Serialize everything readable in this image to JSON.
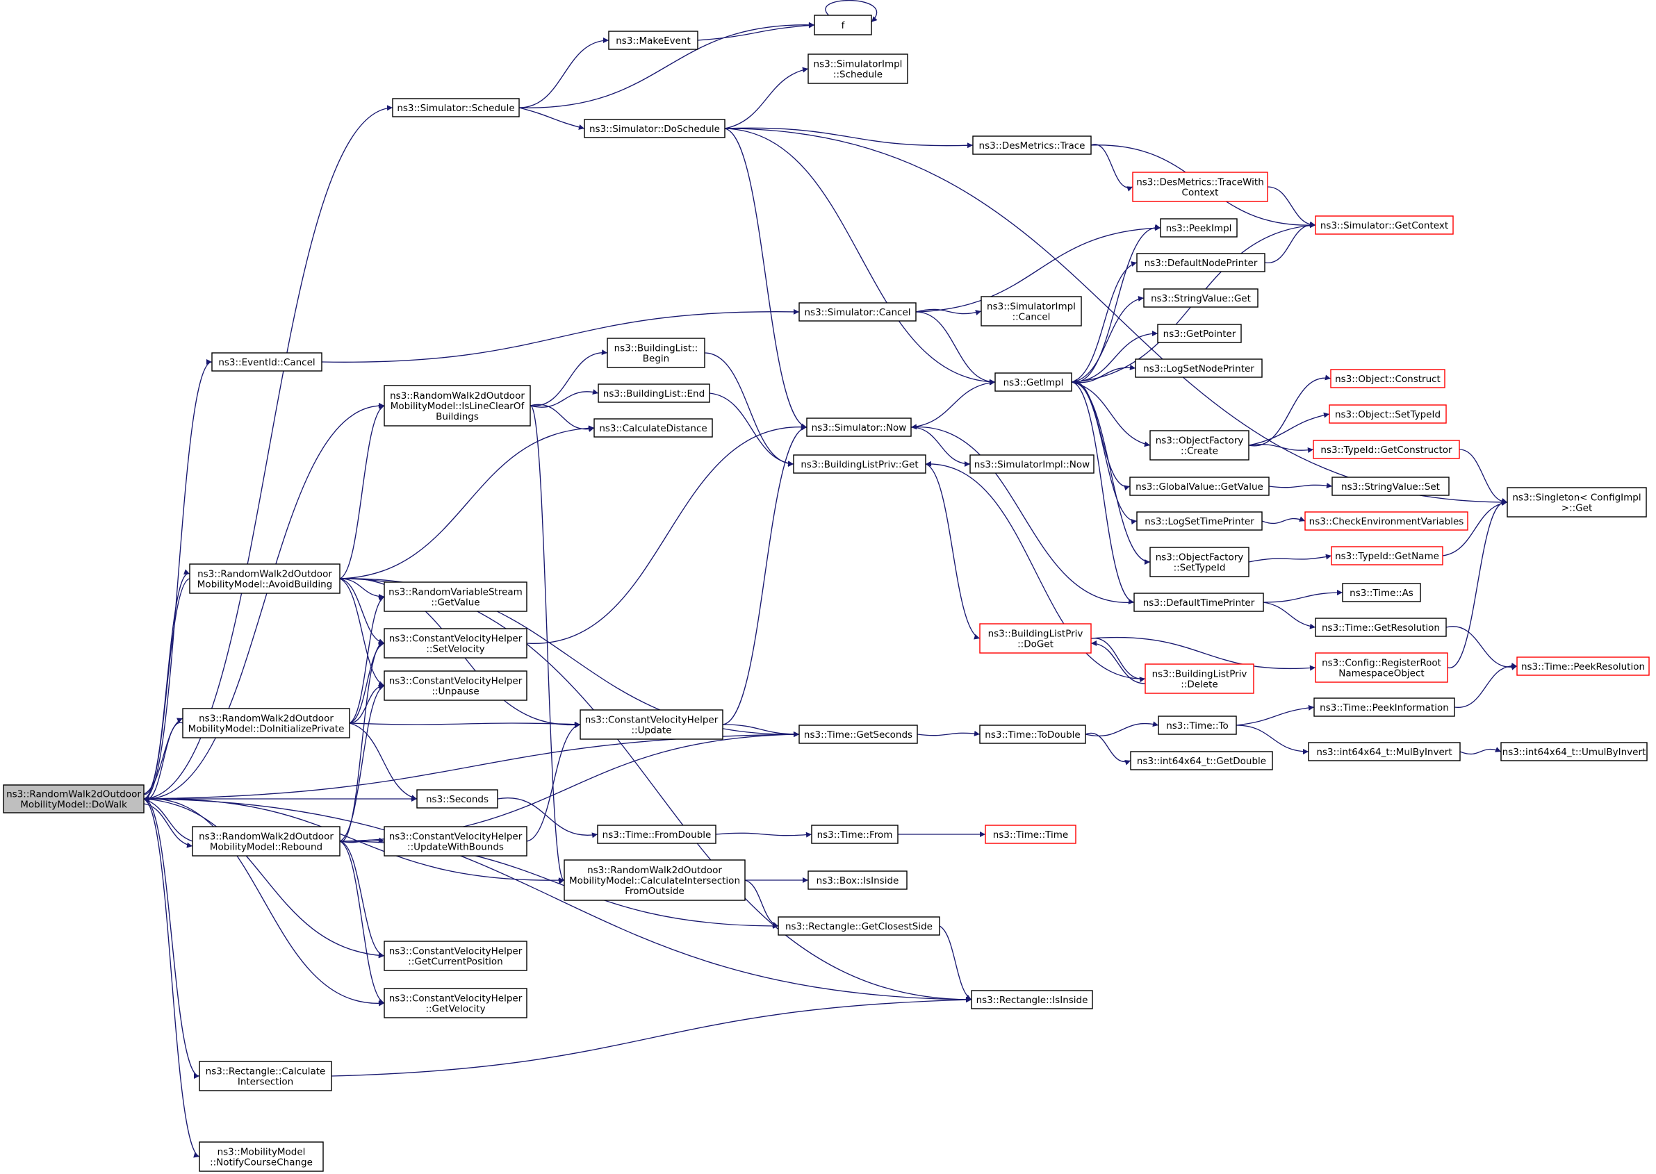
{
  "graph": {
    "type": "call-graph",
    "colors": {
      "edge": "#191970",
      "node_border": "#000000",
      "node_border_undocumented": "#ff0000",
      "root_fill": "#bfbfbf",
      "node_fill": "#ffffff"
    },
    "nodes": [
      {
        "id": "dowalk",
        "lines": [
          "ns3::RandomWalk2dOutdoor",
          "MobilityModel::DoWalk"
        ],
        "style": "root"
      },
      {
        "id": "f",
        "lines": [
          "f"
        ],
        "style": "normal"
      },
      {
        "id": "makeevent",
        "lines": [
          "ns3::MakeEvent"
        ],
        "style": "normal"
      },
      {
        "id": "sim_schedule",
        "lines": [
          "ns3::Simulator::Schedule"
        ],
        "style": "normal"
      },
      {
        "id": "simimpl_schedule",
        "lines": [
          "ns3::SimulatorImpl",
          "::Schedule"
        ],
        "style": "normal"
      },
      {
        "id": "sim_doschedule",
        "lines": [
          "ns3::Simulator::DoSchedule"
        ],
        "style": "normal"
      },
      {
        "id": "desmetrics_trace",
        "lines": [
          "ns3::DesMetrics::Trace"
        ],
        "style": "normal"
      },
      {
        "id": "desmetrics_tracewith",
        "lines": [
          "ns3::DesMetrics::TraceWith",
          "Context"
        ],
        "style": "red"
      },
      {
        "id": "sim_getcontext",
        "lines": [
          "ns3::Simulator::GetContext"
        ],
        "style": "red"
      },
      {
        "id": "peekimpl",
        "lines": [
          "ns3::PeekImpl"
        ],
        "style": "normal"
      },
      {
        "id": "defaultnodeprinter",
        "lines": [
          "ns3::DefaultNodePrinter"
        ],
        "style": "normal"
      },
      {
        "id": "stringvalue_get",
        "lines": [
          "ns3::StringValue::Get"
        ],
        "style": "normal"
      },
      {
        "id": "getpointer",
        "lines": [
          "ns3::GetPointer"
        ],
        "style": "normal"
      },
      {
        "id": "logsetnodeprinter",
        "lines": [
          "ns3::LogSetNodePrinter"
        ],
        "style": "normal"
      },
      {
        "id": "sim_cancel",
        "lines": [
          "ns3::Simulator::Cancel"
        ],
        "style": "normal"
      },
      {
        "id": "simimpl_cancel",
        "lines": [
          "ns3::SimulatorImpl",
          "::Cancel"
        ],
        "style": "normal"
      },
      {
        "id": "eventid_cancel",
        "lines": [
          "ns3::EventId::Cancel"
        ],
        "style": "normal"
      },
      {
        "id": "getimpl",
        "lines": [
          "ns3::GetImpl"
        ],
        "style": "normal"
      },
      {
        "id": "object_construct",
        "lines": [
          "ns3::Object::Construct"
        ],
        "style": "red"
      },
      {
        "id": "object_settypeid",
        "lines": [
          "ns3::Object::SetTypeId"
        ],
        "style": "red"
      },
      {
        "id": "objectfactory_create",
        "lines": [
          "ns3::ObjectFactory",
          "::Create"
        ],
        "style": "normal"
      },
      {
        "id": "typeid_getconstructor",
        "lines": [
          "ns3::TypeId::GetConstructor"
        ],
        "style": "red"
      },
      {
        "id": "buildinglist_begin",
        "lines": [
          "ns3::BuildingList::",
          "Begin"
        ],
        "style": "normal"
      },
      {
        "id": "islineclear",
        "lines": [
          "ns3::RandomWalk2dOutdoor",
          "MobilityModel::IsLineClearOf",
          "Buildings"
        ],
        "style": "normal"
      },
      {
        "id": "buildinglist_end",
        "lines": [
          "ns3::BuildingList::End"
        ],
        "style": "normal"
      },
      {
        "id": "calculatedistance",
        "lines": [
          "ns3::CalculateDistance"
        ],
        "style": "normal"
      },
      {
        "id": "sim_now",
        "lines": [
          "ns3::Simulator::Now"
        ],
        "style": "normal"
      },
      {
        "id": "buildinglistpriv_get",
        "lines": [
          "ns3::BuildingListPriv::Get"
        ],
        "style": "normal"
      },
      {
        "id": "simimpl_now",
        "lines": [
          "ns3::SimulatorImpl::Now"
        ],
        "style": "normal"
      },
      {
        "id": "globalvalue_getvalue",
        "lines": [
          "ns3::GlobalValue::GetValue"
        ],
        "style": "normal"
      },
      {
        "id": "stringvalue_set",
        "lines": [
          "ns3::StringValue::Set"
        ],
        "style": "normal"
      },
      {
        "id": "singleton_get",
        "lines": [
          "ns3::Singleton< ConfigImpl",
          ">::Get"
        ],
        "style": "normal"
      },
      {
        "id": "logsettimeprinter",
        "lines": [
          "ns3::LogSetTimePrinter"
        ],
        "style": "normal"
      },
      {
        "id": "checkenvvars",
        "lines": [
          "ns3::CheckEnvironmentVariables"
        ],
        "style": "red"
      },
      {
        "id": "avoidbuilding",
        "lines": [
          "ns3::RandomWalk2dOutdoor",
          "MobilityModel::AvoidBuilding"
        ],
        "style": "normal"
      },
      {
        "id": "rvs_getvalue",
        "lines": [
          "ns3::RandomVariableStream",
          "::GetValue"
        ],
        "style": "normal"
      },
      {
        "id": "objectfactory_settypeid",
        "lines": [
          "ns3::ObjectFactory",
          "::SetTypeId"
        ],
        "style": "normal"
      },
      {
        "id": "typeid_getname",
        "lines": [
          "ns3::TypeId::GetName"
        ],
        "style": "red"
      },
      {
        "id": "time_as",
        "lines": [
          "ns3::Time::As"
        ],
        "style": "normal"
      },
      {
        "id": "defaulttimeprinter",
        "lines": [
          "ns3::DefaultTimePrinter"
        ],
        "style": "normal"
      },
      {
        "id": "time_getresolution",
        "lines": [
          "ns3::Time::GetResolution"
        ],
        "style": "normal"
      },
      {
        "id": "cvh_setvelocity",
        "lines": [
          "ns3::ConstantVelocityHelper",
          "::SetVelocity"
        ],
        "style": "normal"
      },
      {
        "id": "blpriv_doget",
        "lines": [
          "ns3::BuildingListPriv",
          "::DoGet"
        ],
        "style": "red"
      },
      {
        "id": "config_registerroot",
        "lines": [
          "ns3::Config::RegisterRoot",
          "NamespaceObject"
        ],
        "style": "red"
      },
      {
        "id": "time_peekresolution",
        "lines": [
          "ns3::Time::PeekResolution"
        ],
        "style": "red"
      },
      {
        "id": "cvh_unpause",
        "lines": [
          "ns3::ConstantVelocityHelper",
          "::Unpause"
        ],
        "style": "normal"
      },
      {
        "id": "blpriv_delete",
        "lines": [
          "ns3::BuildingListPriv",
          "::Delete"
        ],
        "style": "red"
      },
      {
        "id": "time_peekinformation",
        "lines": [
          "ns3::Time::PeekInformation"
        ],
        "style": "normal"
      },
      {
        "id": "doinitializeprivate",
        "lines": [
          "ns3::RandomWalk2dOutdoor",
          "MobilityModel::DoInitializePrivate"
        ],
        "style": "normal"
      },
      {
        "id": "cvh_update",
        "lines": [
          "ns3::ConstantVelocityHelper",
          "::Update"
        ],
        "style": "normal"
      },
      {
        "id": "time_getseconds",
        "lines": [
          "ns3::Time::GetSeconds"
        ],
        "style": "normal"
      },
      {
        "id": "time_todouble",
        "lines": [
          "ns3::Time::ToDouble"
        ],
        "style": "normal"
      },
      {
        "id": "time_to",
        "lines": [
          "ns3::Time::To"
        ],
        "style": "normal"
      },
      {
        "id": "int64_mulbyinvert",
        "lines": [
          "ns3::int64x64_t::MulByInvert"
        ],
        "style": "normal"
      },
      {
        "id": "int64_umulbyinvert",
        "lines": [
          "ns3::int64x64_t::UmulByInvert"
        ],
        "style": "normal"
      },
      {
        "id": "int64_getdouble",
        "lines": [
          "ns3::int64x64_t::GetDouble"
        ],
        "style": "normal"
      },
      {
        "id": "seconds",
        "lines": [
          "ns3::Seconds"
        ],
        "style": "normal"
      },
      {
        "id": "time_fromdouble",
        "lines": [
          "ns3::Time::FromDouble"
        ],
        "style": "normal"
      },
      {
        "id": "time_from",
        "lines": [
          "ns3::Time::From"
        ],
        "style": "normal"
      },
      {
        "id": "time_time",
        "lines": [
          "ns3::Time::Time"
        ],
        "style": "red"
      },
      {
        "id": "rebound",
        "lines": [
          "ns3::RandomWalk2dOutdoor",
          "MobilityModel::Rebound"
        ],
        "style": "normal"
      },
      {
        "id": "cvh_updatewithbounds",
        "lines": [
          "ns3::ConstantVelocityHelper",
          "::UpdateWithBounds"
        ],
        "style": "normal"
      },
      {
        "id": "calcintersection_fromoutside",
        "lines": [
          "ns3::RandomWalk2dOutdoor",
          "MobilityModel::CalculateIntersection",
          "FromOutside"
        ],
        "style": "normal"
      },
      {
        "id": "box_isinside",
        "lines": [
          "ns3::Box::IsInside"
        ],
        "style": "normal"
      },
      {
        "id": "rect_getclosestside",
        "lines": [
          "ns3::Rectangle::GetClosestSide"
        ],
        "style": "normal"
      },
      {
        "id": "cvh_getcurrentposition",
        "lines": [
          "ns3::ConstantVelocityHelper",
          "::GetCurrentPosition"
        ],
        "style": "normal"
      },
      {
        "id": "rect_isinside",
        "lines": [
          "ns3::Rectangle::IsInside"
        ],
        "style": "normal"
      },
      {
        "id": "cvh_getvelocity",
        "lines": [
          "ns3::ConstantVelocityHelper",
          "::GetVelocity"
        ],
        "style": "normal"
      },
      {
        "id": "rect_calcintersection",
        "lines": [
          "ns3::Rectangle::Calculate",
          "Intersection"
        ],
        "style": "normal"
      },
      {
        "id": "mm_notifycoursechange",
        "lines": [
          "ns3::MobilityModel",
          "::NotifyCourseChange"
        ],
        "style": "normal"
      }
    ],
    "edges": [
      [
        "f",
        "f"
      ],
      [
        "makeevent",
        "f"
      ],
      [
        "sim_schedule",
        "makeevent"
      ],
      [
        "sim_schedule",
        "f"
      ],
      [
        "sim_schedule",
        "sim_doschedule"
      ],
      [
        "sim_doschedule",
        "simimpl_schedule"
      ],
      [
        "sim_doschedule",
        "desmetrics_trace"
      ],
      [
        "sim_doschedule",
        "singleton_get"
      ],
      [
        "sim_doschedule",
        "getimpl"
      ],
      [
        "sim_doschedule",
        "sim_now"
      ],
      [
        "desmetrics_trace",
        "desmetrics_tracewith"
      ],
      [
        "desmetrics_trace",
        "sim_getcontext"
      ],
      [
        "desmetrics_tracewith",
        "sim_getcontext"
      ],
      [
        "defaultnodeprinter",
        "sim_getcontext"
      ],
      [
        "sim_getcontext",
        "getimpl"
      ],
      [
        "sim_cancel",
        "simimpl_cancel"
      ],
      [
        "sim_cancel",
        "peekimpl"
      ],
      [
        "sim_cancel",
        "getimpl"
      ],
      [
        "eventid_cancel",
        "sim_cancel"
      ],
      [
        "getimpl",
        "peekimpl"
      ],
      [
        "getimpl",
        "defaultnodeprinter"
      ],
      [
        "getimpl",
        "stringvalue_get"
      ],
      [
        "getimpl",
        "getpointer"
      ],
      [
        "getimpl",
        "logsetnodeprinter"
      ],
      [
        "getimpl",
        "objectfactory_create"
      ],
      [
        "getimpl",
        "globalvalue_getvalue"
      ],
      [
        "getimpl",
        "logsettimeprinter"
      ],
      [
        "getimpl",
        "objectfactory_settypeid"
      ],
      [
        "getimpl",
        "defaulttimeprinter"
      ],
      [
        "objectfactory_create",
        "object_construct"
      ],
      [
        "objectfactory_create",
        "object_settypeid"
      ],
      [
        "objectfactory_create",
        "typeid_getconstructor"
      ],
      [
        "typeid_getconstructor",
        "singleton_get"
      ],
      [
        "globalvalue_getvalue",
        "stringvalue_set"
      ],
      [
        "logsettimeprinter",
        "checkenvvars"
      ],
      [
        "objectfactory_settypeid",
        "typeid_getname"
      ],
      [
        "typeid_getname",
        "singleton_get"
      ],
      [
        "defaulttimeprinter",
        "time_as"
      ],
      [
        "defaulttimeprinter",
        "time_getresolution"
      ],
      [
        "defaulttimeprinter",
        "sim_now"
      ],
      [
        "time_getresolution",
        "time_peekresolution"
      ],
      [
        "sim_now",
        "getimpl"
      ],
      [
        "sim_now",
        "simimpl_now"
      ],
      [
        "islineclear",
        "buildinglist_begin"
      ],
      [
        "islineclear",
        "buildinglist_end"
      ],
      [
        "islineclear",
        "calculatedistance"
      ],
      [
        "islineclear",
        "calcintersection_fromoutside"
      ],
      [
        "buildinglist_begin",
        "buildinglistpriv_get"
      ],
      [
        "buildinglist_end",
        "buildinglistpriv_get"
      ],
      [
        "buildinglistpriv_get",
        "blpriv_doget"
      ],
      [
        "blpriv_doget",
        "config_registerroot"
      ],
      [
        "blpriv_doget",
        "blpriv_delete"
      ],
      [
        "blpriv_delete",
        "blpriv_doget"
      ],
      [
        "blpriv_delete",
        "buildinglistpriv_get"
      ],
      [
        "config_registerroot",
        "singleton_get"
      ],
      [
        "avoidbuilding",
        "islineclear"
      ],
      [
        "avoidbuilding",
        "calculatedistance"
      ],
      [
        "avoidbuilding",
        "rvs_getvalue"
      ],
      [
        "avoidbuilding",
        "cvh_setvelocity"
      ],
      [
        "avoidbuilding",
        "cvh_unpause"
      ],
      [
        "avoidbuilding",
        "cvh_update"
      ],
      [
        "avoidbuilding",
        "time_getseconds"
      ],
      [
        "avoidbuilding",
        "rect_isinside"
      ],
      [
        "avoidbuilding",
        "dowalk"
      ],
      [
        "cvh_setvelocity",
        "sim_now"
      ],
      [
        "doinitializeprivate",
        "rvs_getvalue"
      ],
      [
        "doinitializeprivate",
        "cvh_setvelocity"
      ],
      [
        "doinitializeprivate",
        "cvh_unpause"
      ],
      [
        "doinitializeprivate",
        "cvh_update"
      ],
      [
        "doinitializeprivate",
        "seconds"
      ],
      [
        "doinitializeprivate",
        "dowalk"
      ],
      [
        "cvh_update",
        "sim_now"
      ],
      [
        "cvh_update",
        "time_getseconds"
      ],
      [
        "time_getseconds",
        "time_todouble"
      ],
      [
        "time_todouble",
        "time_to"
      ],
      [
        "time_todouble",
        "int64_getdouble"
      ],
      [
        "time_to",
        "time_peekinformation"
      ],
      [
        "time_to",
        "int64_mulbyinvert"
      ],
      [
        "time_peekinformation",
        "time_peekresolution"
      ],
      [
        "int64_mulbyinvert",
        "int64_umulbyinvert"
      ],
      [
        "seconds",
        "time_fromdouble"
      ],
      [
        "time_fromdouble",
        "time_from"
      ],
      [
        "time_from",
        "time_time"
      ],
      [
        "rebound",
        "cvh_updatewithbounds"
      ],
      [
        "rebound",
        "cvh_setvelocity"
      ],
      [
        "rebound",
        "cvh_unpause"
      ],
      [
        "rebound",
        "time_getseconds"
      ],
      [
        "rebound",
        "rect_getclosestside"
      ],
      [
        "rebound",
        "cvh_getcurrentposition"
      ],
      [
        "rebound",
        "cvh_getvelocity"
      ],
      [
        "rebound",
        "dowalk"
      ],
      [
        "cvh_updatewithbounds",
        "cvh_update"
      ],
      [
        "calcintersection_fromoutside",
        "box_isinside"
      ],
      [
        "calcintersection_fromoutside",
        "rect_getclosestside"
      ],
      [
        "rect_getclosestside",
        "rect_isinside"
      ],
      [
        "rect_calcintersection",
        "rect_isinside"
      ],
      [
        "dowalk",
        "sim_schedule"
      ],
      [
        "dowalk",
        "eventid_cancel"
      ],
      [
        "dowalk",
        "islineclear"
      ],
      [
        "dowalk",
        "avoidbuilding"
      ],
      [
        "dowalk",
        "doinitializeprivate"
      ],
      [
        "dowalk",
        "time_getseconds"
      ],
      [
        "dowalk",
        "seconds"
      ],
      [
        "dowalk",
        "rebound"
      ],
      [
        "dowalk",
        "cvh_getcurrentposition"
      ],
      [
        "dowalk",
        "cvh_getvelocity"
      ],
      [
        "dowalk",
        "calcintersection_fromoutside"
      ],
      [
        "dowalk",
        "rect_calcintersection"
      ],
      [
        "dowalk",
        "rect_isinside"
      ],
      [
        "dowalk",
        "mm_notifycoursechange"
      ]
    ]
  }
}
